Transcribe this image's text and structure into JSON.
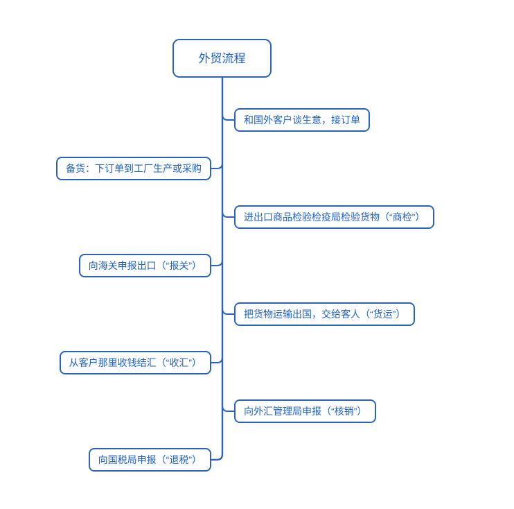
{
  "diagram": {
    "type": "mindmap-flow",
    "title": "外贸流程",
    "root": {
      "label": "外贸流程"
    },
    "branches": [
      {
        "index": 1,
        "side": "right",
        "label": "和国外客户谈生意，接订单"
      },
      {
        "index": 2,
        "side": "left",
        "label": "备货：下订单到工厂生产或采购"
      },
      {
        "index": 3,
        "side": "right",
        "label": "进出口商品检验检疫局检验货物（“商检”）"
      },
      {
        "index": 4,
        "side": "left",
        "label": "向海关申报出口（“报关”）"
      },
      {
        "index": 5,
        "side": "right",
        "label": "把货物运输出国，交给客人（“货运”）"
      },
      {
        "index": 6,
        "side": "left",
        "label": "从客户那里收钱结汇（“收汇”）"
      },
      {
        "index": 7,
        "side": "right",
        "label": "向外汇管理局申报（“核销”）"
      },
      {
        "index": 8,
        "side": "left",
        "label": "向国税局申报（“退税”）"
      }
    ],
    "colors": {
      "line": "#2b63b7",
      "node_border": "#2b63b7",
      "node_text": "#1d5fc7",
      "background": "#ffffff"
    }
  }
}
